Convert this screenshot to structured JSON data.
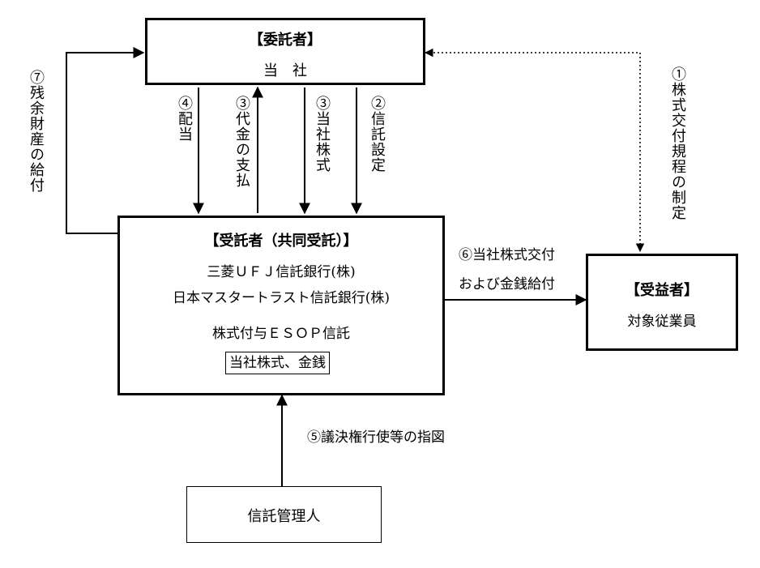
{
  "settlor": {
    "title": "【委託者】",
    "name": "当　社"
  },
  "trustee": {
    "title": "【受託者（共同受託）】",
    "bank1": "三菱ＵＦＪ信託銀行(株)",
    "bank2": "日本マスタートラスト信託銀行(株)",
    "trust_name": "株式付与ＥＳＯＰ信託",
    "assets": "当社株式、金銭"
  },
  "beneficiary": {
    "title": "【受益者】",
    "name": "対象従業員"
  },
  "administrator": {
    "name": "信託管理人"
  },
  "flows": {
    "step1": "①株式交付規程の制定",
    "step2": "②信託設定",
    "step3a": "③当社株式",
    "step3b": "③代金の支払",
    "step4": "④配当",
    "step5": "⑤議決権行使等の指図",
    "step6_line1": "⑥当社株式交付",
    "step6_line2": "および金銭給付",
    "step7": "⑦残余財産の給付"
  }
}
